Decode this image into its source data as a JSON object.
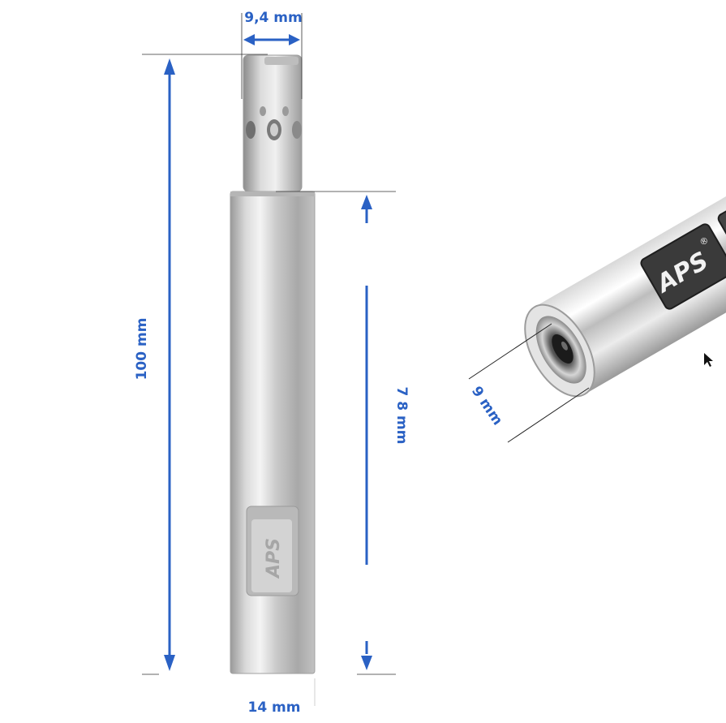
{
  "dimensions": {
    "tip_width": "9,4 mm",
    "total_length": "100 mm",
    "sleeve_length": "7 8 mm",
    "sleeve_diameter": "14 mm",
    "hex_socket": "9 mm"
  },
  "branding": {
    "logo_text": "APS",
    "registered_mark": "®"
  },
  "colors": {
    "dimension_blue": "#2a61c4",
    "steel_light": "#e6e6e6",
    "steel_dark": "#8f8f8f"
  }
}
